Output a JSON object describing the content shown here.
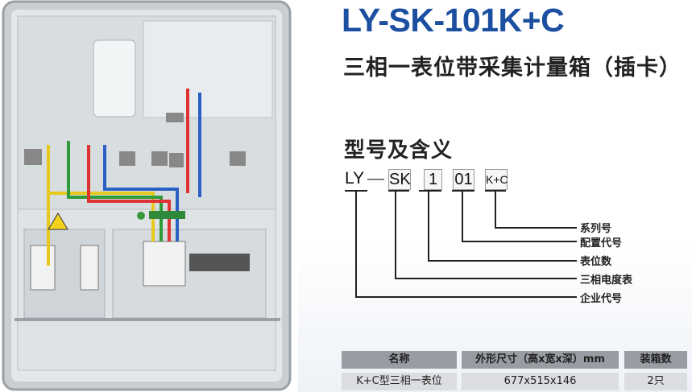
{
  "product": {
    "title": "LY-SK-101K+C",
    "subtitle": "三相一表位带采集计量箱（插卡）"
  },
  "model_meaning": {
    "heading": "型号及含义",
    "prefix": "LY",
    "dash": "—",
    "codes": [
      "SK",
      "1",
      "01",
      "K+C"
    ],
    "labels": [
      "系列号",
      "配置代号",
      "表位数",
      "三相电度表",
      "企业代号"
    ]
  },
  "spec_table": {
    "headers": [
      "名称",
      "外形尺寸（高x宽x深）mm",
      "装箱数"
    ],
    "rows": [
      [
        "K+C型三相一表位",
        "677x515x146",
        "2只"
      ]
    ]
  },
  "colors": {
    "title": "#1c4fa0",
    "table_header": "#999ca3",
    "table_row": "#dcdde0"
  }
}
